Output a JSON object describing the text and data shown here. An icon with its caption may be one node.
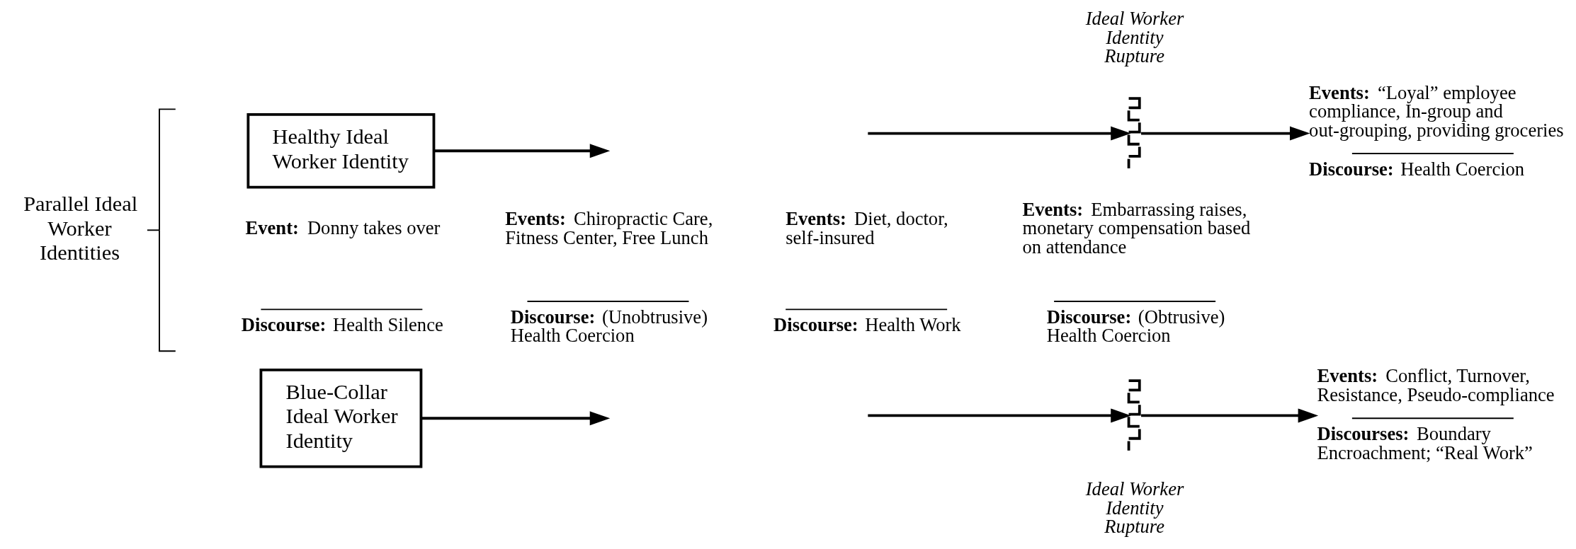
{
  "diagram": {
    "nodes": [
      {
        "text": [
          "Healthy Ideal Worker Identity"
        ]
      },
      {
        "text": [
          "Blue-Collar Ideal Worker Identity"
        ]
      },
      {
        "text": [],
        "shape": "zigzag",
        "beside": [
          "Ideal Worker Identity Rupture"
        ]
      },
      {
        "text": [],
        "shape": "zigzag",
        "beside": [
          "Ideal Worker Identity Rupture"
        ]
      },
      {
        "text": [
          "**Events:** “Loyal” employee compliance, In-group and out-grouping, providing groceries",
          "**Discourse:** Health Coercion"
        ]
      },
      {
        "text": [
          "**Events:** Conflict, Turnover, Resistance, Pseudo-compliance",
          "**Discourses:** Boundary Encroachment; “Real Work”"
        ]
      }
    ],
    "edges": [
      {
        "from": 0,
        "to": null,
        "arrow": "to"
      },
      {
        "from": null,
        "to": 2,
        "arrow": "to"
      },
      {
        "from": 2,
        "to": 4,
        "arrow": "to"
      },
      {
        "from": 1,
        "to": null,
        "arrow": "to"
      },
      {
        "from": null,
        "to": 3,
        "arrow": "to"
      },
      {
        "from": 3,
        "to": 5,
        "arrow": "to"
      }
    ],
    "labels": [
      "Parallel Ideal Worker Identities",
      "**Event:** Donny takes over",
      "**Discourse:** Health Silence",
      "**Events:** Chiropractic Care, Fitness Center, Free Lunch",
      "**Discourse:** (Unobtrusive) Health Coercion",
      "**Events:** Diet, doctor, self-insured",
      "**Discourse:** Health Work",
      "**Events:** Embarrassing raises, monetary compensation based on attendance",
      "**Discourse:** (Obtrusive) Health Coercion"
    ]
  }
}
